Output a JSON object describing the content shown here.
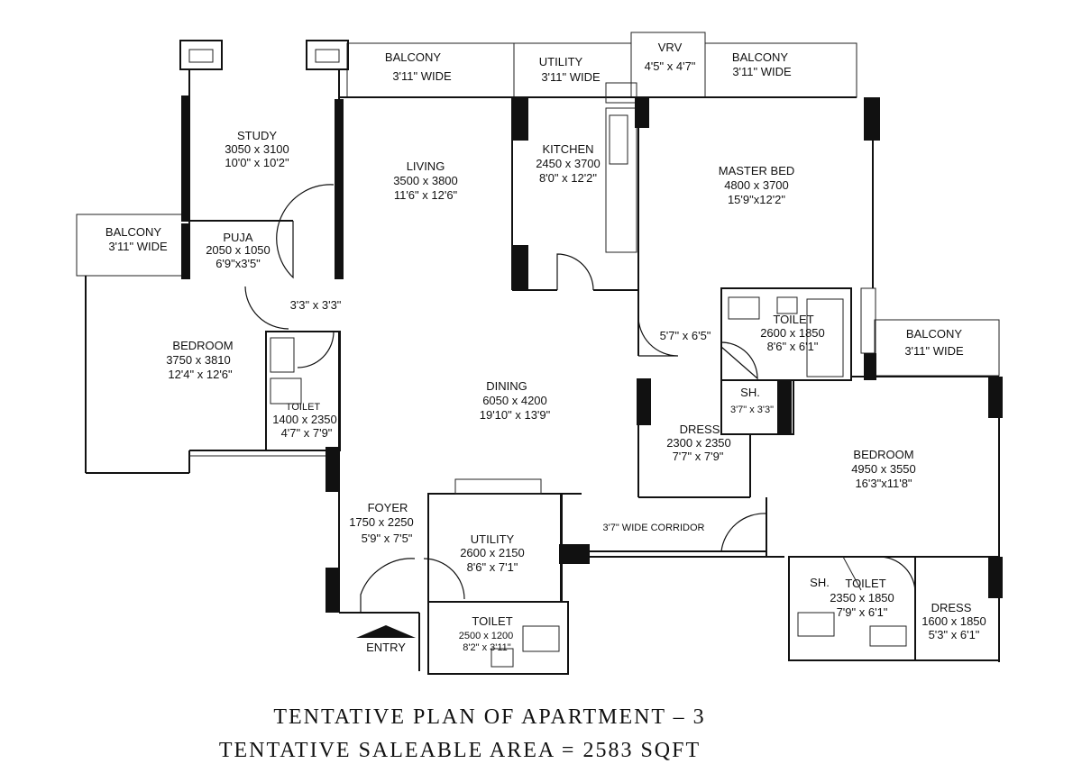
{
  "rooms": {
    "balcony_top_left": {
      "name": "BALCONY",
      "size": "3'11\" WIDE"
    },
    "utility_top": {
      "name": "UTILITY",
      "size": "3'11\" WIDE"
    },
    "vrv": {
      "name": "VRV",
      "size": "4'5\" x 4'7\""
    },
    "balcony_top_right": {
      "name": "BALCONY",
      "size": "3'11\"  WIDE"
    },
    "study": {
      "name": "STUDY",
      "metric": "3050 x 3100",
      "imperial": "10'0\" x 10'2\""
    },
    "living": {
      "name": "LIVING",
      "metric": "3500 x 3800",
      "imperial": "11'6\" x 12'6\""
    },
    "kitchen": {
      "name": "KITCHEN",
      "metric": "2450 x 3700",
      "imperial": "8'0\" x 12'2\""
    },
    "master_bed": {
      "name": "MASTER BED",
      "metric": "4800 x 3700",
      "imperial": "15'9\"x12'2\""
    },
    "balcony_left": {
      "name": "BALCONY",
      "size": "3'11\"  WIDE"
    },
    "puja": {
      "name": "PUJA",
      "metric": "2050 x 1050",
      "imperial": "6'9\"x3'5\""
    },
    "lobby": {
      "size": "3'3\" x 3'3\""
    },
    "master_toilet": {
      "name": "TOILET",
      "metric": "2600 x 1850",
      "imperial": "8'6\" x 6'1\""
    },
    "balcony_right": {
      "name": "BALCONY",
      "size": "3'11\"  WIDE"
    },
    "passage": {
      "size": "5'7\" x 6'5\""
    },
    "bedroom_left": {
      "name": "BEDROOM",
      "metric": "3750 x 3810",
      "imperial": "12'4\" x 12'6\""
    },
    "toilet_left": {
      "name": "TOILET",
      "metric": "1400 x 2350",
      "imperial": "4'7\" x 7'9\""
    },
    "dining": {
      "name": "DINING",
      "metric": "6050 x 4200",
      "imperial": "19'10\" x 13'9\""
    },
    "shower_master": {
      "name": "SH.",
      "size": "3'7\" x 3'3\""
    },
    "dress_master": {
      "name": "DRESS",
      "metric": "2300 x 2350",
      "imperial": "7'7\" x 7'9\""
    },
    "bedroom_right": {
      "name": "BEDROOM",
      "metric": "4950 x 3550",
      "imperial": "16'3\"x11'8\""
    },
    "foyer": {
      "name": "FOYER",
      "metric": "1750 x 2250",
      "imperial": "5'9\" x 7'5\""
    },
    "utility_bottom": {
      "name": "UTILITY",
      "metric": "2600 x 2150",
      "imperial": "8'6\" x 7'1\""
    },
    "corridor": {
      "size": "3'7\" WIDE CORRIDOR"
    },
    "toilet_bottom": {
      "name": "TOILET",
      "metric": "2500 x 1200",
      "imperial": "8'2\" x 3'11\""
    },
    "toilet_right": {
      "name": "TOILET",
      "metric": "2350 x 1850",
      "imperial": "7'9\" x 6'1\""
    },
    "shower_right": {
      "name": "SH."
    },
    "dress_right": {
      "name": "DRESS",
      "metric": "1600 x 1850",
      "imperial": "5'3\" x 6'1\""
    }
  },
  "entry_label": "ENTRY",
  "footer": {
    "line1": "TENTATIVE PLAN OF APARTMENT  –  3",
    "line2": "TENTATIVE SALEABLE AREA = 2583 SQFT"
  }
}
